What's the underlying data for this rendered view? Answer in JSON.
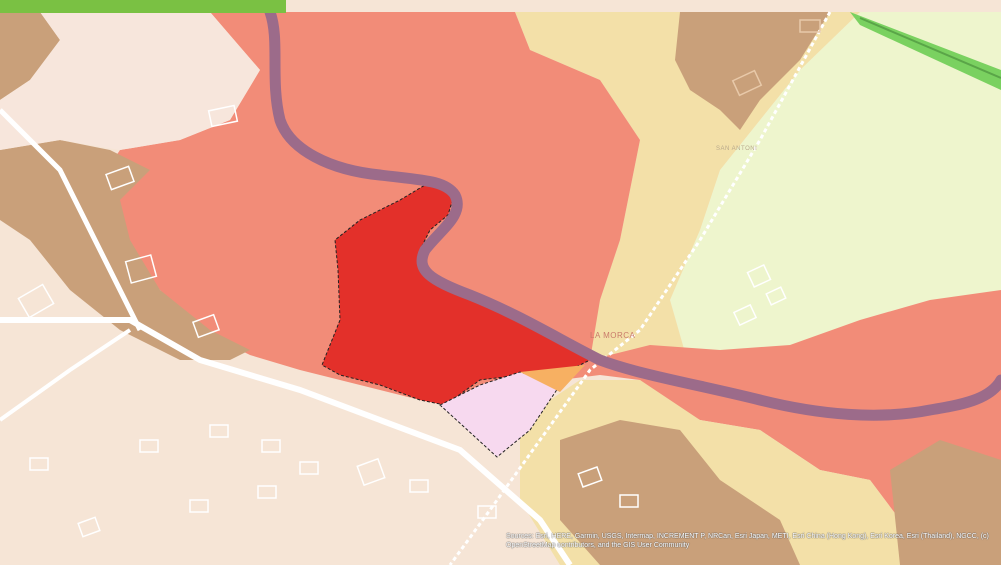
{
  "map": {
    "attribution": "Sources: Esri, HERE, Garmin, USGS, Intermap, INCREMENT P, NRCan, Esri Japan, METI, Esri China (Hong Kong), Esri Korea, Esri (Thailand), NGCC, (c) OpenStreetMap contributors, and the GIS User Community",
    "labels": {
      "main_place": "LA MORCA",
      "minor_place": "SAN ANTONI"
    },
    "title_tab": {
      "text": "",
      "color": "#7ac143"
    },
    "zones": [
      {
        "name": "high-risk-zone",
        "color": "#f28c78"
      },
      {
        "name": "very-high-risk-zone",
        "color": "#e3302a"
      },
      {
        "name": "moderate-zone",
        "color": "#c9a07a"
      },
      {
        "name": "low-zone",
        "color": "#f3e0a8"
      },
      {
        "name": "minimal-zone",
        "color": "#eef5cd"
      },
      {
        "name": "parcel-pink",
        "color": "#f7d9ef"
      },
      {
        "name": "parcel-orange",
        "color": "#f7b062"
      }
    ],
    "river_color": "#9c6b8a"
  }
}
